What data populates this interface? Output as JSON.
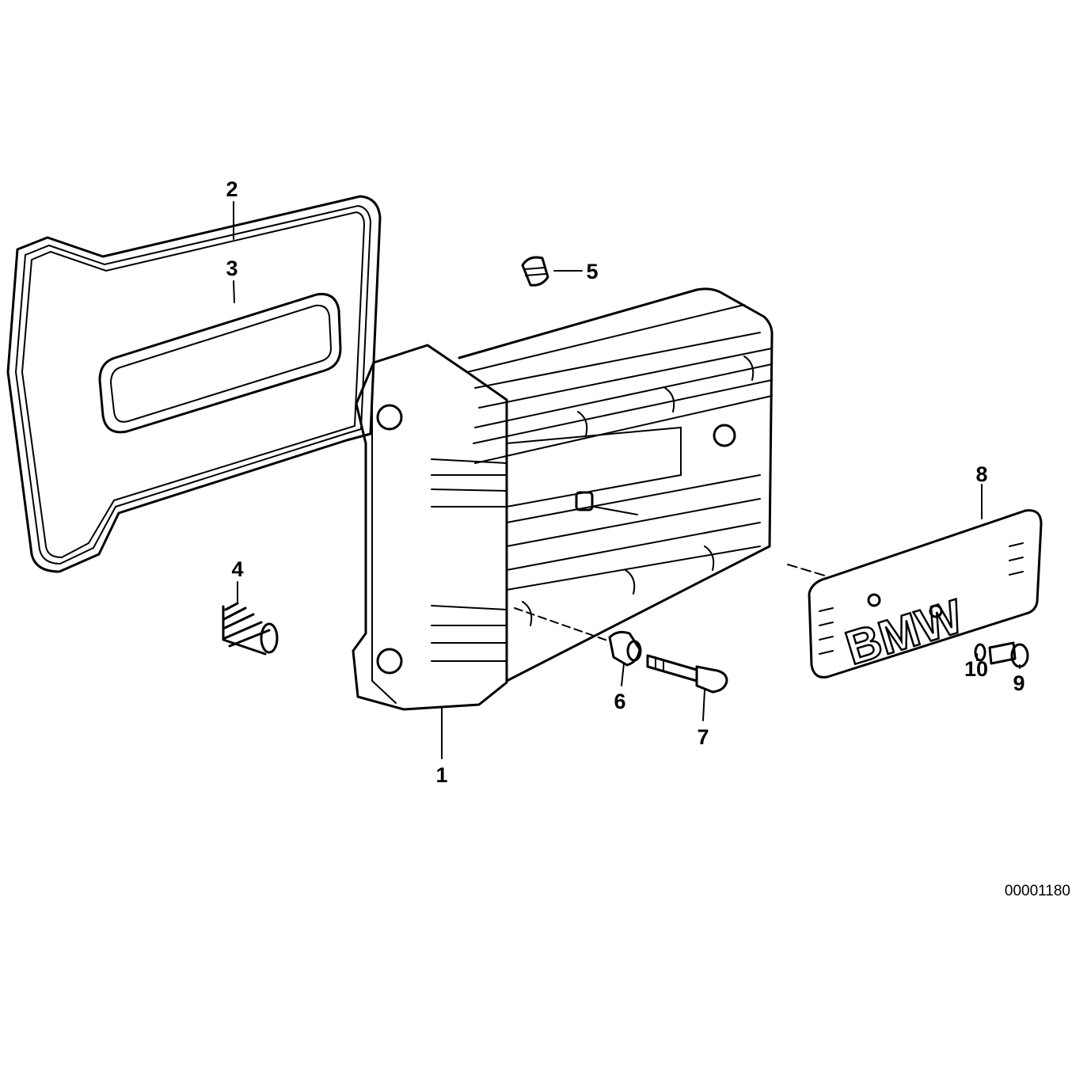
{
  "diagram": {
    "reference_number": "00001180",
    "logo_text": "BMW",
    "callouts": [
      {
        "id": "1",
        "label": "1"
      },
      {
        "id": "2",
        "label": "2"
      },
      {
        "id": "3",
        "label": "3"
      },
      {
        "id": "4",
        "label": "4"
      },
      {
        "id": "5",
        "label": "5"
      },
      {
        "id": "6",
        "label": "6"
      },
      {
        "id": "7",
        "label": "7"
      },
      {
        "id": "8",
        "label": "8"
      },
      {
        "id": "9",
        "label": "9"
      },
      {
        "id": "10",
        "label": "10"
      }
    ],
    "line_color": "#000000",
    "background": "#ffffff"
  }
}
